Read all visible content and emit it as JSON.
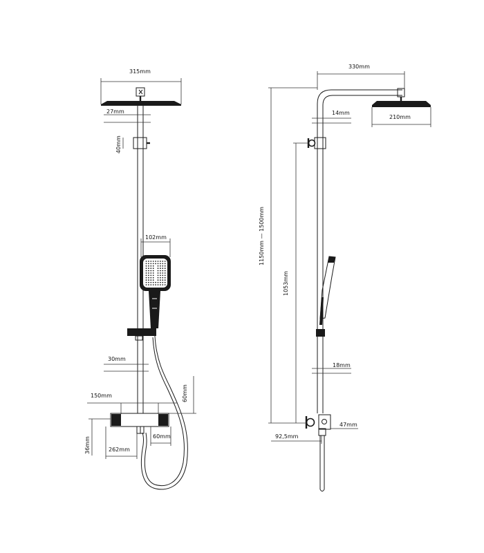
{
  "front_view": {
    "head_width": "315mm",
    "head_drop": "27mm",
    "slider_height": "40mm",
    "handset_width": "102mm",
    "lower_gap": "30mm",
    "hose_rise": "60mm",
    "body_offset": "150mm",
    "body_depth": "36mm",
    "body_width": "262mm",
    "outlet_width": "60mm"
  },
  "side_view": {
    "arm_length": "330mm",
    "head_diameter": "210mm",
    "riser_top_pipe": "14mm",
    "total_height_range": "1150mm — 1500mm",
    "riser_height": "1053mm",
    "riser_bottom_pipe": "18mm",
    "wall_offset": "92,5mm",
    "connector_depth": "47mm"
  }
}
